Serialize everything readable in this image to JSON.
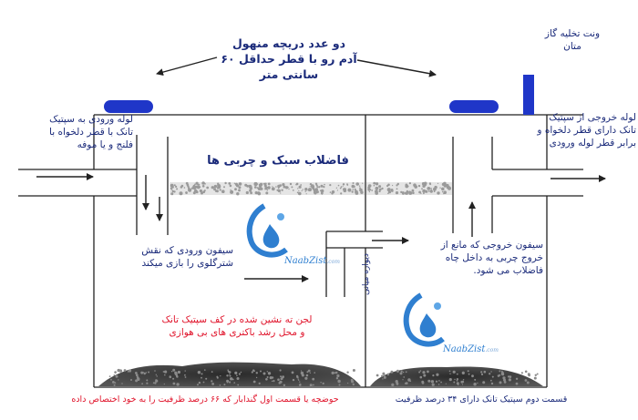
{
  "labels": {
    "manholes": "دو عدد دریچه منهول\nآدم رو با قطر حداقل ۶۰\nسانتی متر",
    "vent": "ونت تخلیه گاز\nمتان",
    "inlet_pipe": "لوله ورودی به سپتیک\nتانک با قطر دلخواه با\nفلنج و یا موفه",
    "outlet_pipe": "لوله خروجی از سپتیک\nتانک دارای قطر دلخواه و\nبرابر قطر لوله ورودی",
    "scum": "فاضلاب سبک و چربی ها",
    "inlet_siphon": "سیفون ورودی که نقش\nشترگلوی را بازی میکند",
    "outlet_siphon": "سیفون خروجی که مانع از\nخروج چربی به داخل چاه\nفاضلاب می شود.",
    "middle_wall": "دیواره میانی",
    "sludge": "لجن ته نشین شده در کف سپتیک تانک\nو محل رشد باکتری های بی هوازی",
    "first_chamber": "حوضچه یا قسمت اول گندابار که ۶۶ درصد ظرفیت را به خود اختصاص داده",
    "second_chamber": "قسمت دوم سپتیک تانک دارای ۳۴ درصد ظرفیت"
  },
  "watermark": {
    "brand": "NaabZist",
    "suffix": ".com"
  },
  "colors": {
    "line": "#222222",
    "text_blue": "#1a2a7a",
    "text_red": "#e0142b",
    "manhole": "#1f36c8",
    "vent": "#1f36c8",
    "logo": "#2f7fd0"
  }
}
